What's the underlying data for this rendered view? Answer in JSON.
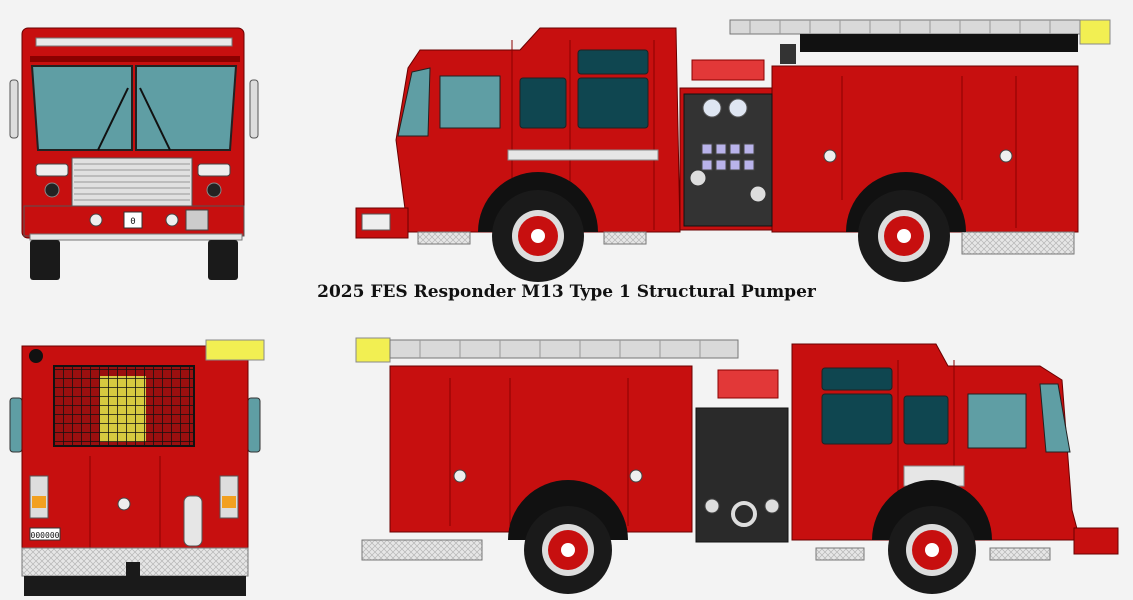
{
  "title": "2025 FES Responder M13 Type 1 Structural Pumper",
  "front_view": {
    "plate": "0"
  },
  "rear_view": {
    "plate": "000000"
  },
  "colors": {
    "body_red": "#c70f0f",
    "dark_red": "#8a0000",
    "window_teal": "#5f9ea4",
    "window_dark": "#0f4650",
    "chrome": "#d9d9d9",
    "tire": "#1a1a1a",
    "light_yellow": "#f2ef52"
  }
}
